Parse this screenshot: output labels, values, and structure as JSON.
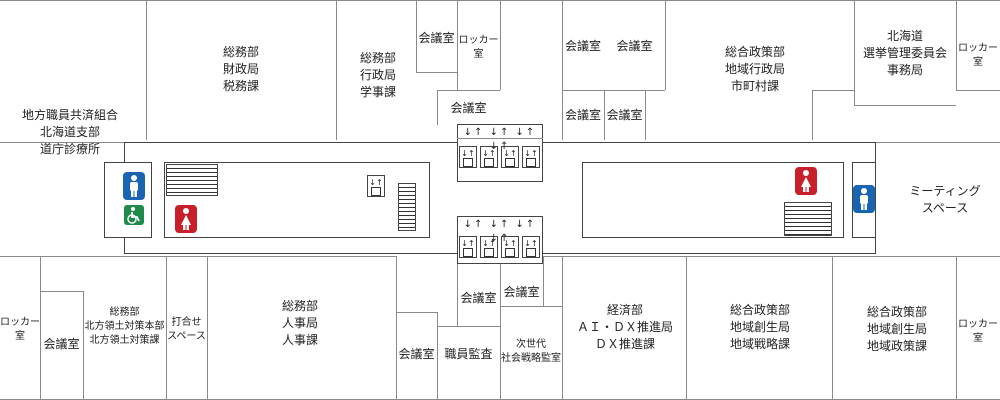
{
  "rooms": {
    "shokuin_kyosai": "地方職員共済組合\n北海道支部\n道庁診療所",
    "somu_zaisei": "総務部\n財政局\n税務課",
    "somu_gyosei": "総務部\n行政局\n学事課",
    "meeting_top1": "会議室",
    "locker_top1": "ロッカー室",
    "meeting_top2": "会議室",
    "meeting_top3": "会議室",
    "meeting_top4": "会議室",
    "meeting_top5": "会議室",
    "meeting_top6": "会議室",
    "sogo_chiiki_gyosei": "総合政策部\n地域行政局\n市町村課",
    "senkyo": "北海道\n選挙管理委員会\n事務局",
    "locker_top2": "ロッカー室",
    "meeting_space": "ミーティング\nスペース",
    "locker_bottom1": "ロッカー室",
    "meeting_bottom1": "会議室",
    "somu_hoppo": "総務部\n北方領土対策本部\n北方領土対策課",
    "uchiawase": "打合せ\nスペース",
    "somu_jinji": "総務部\n人事局\n人事課",
    "meeting_bottom2": "会議室",
    "shokuin_kansa": "職員監査",
    "meeting_bottom3": "会議室",
    "meeting_bottom4": "会議室",
    "jisedai": "次世代\n社会戦略監室",
    "keizai_dx": "経済部\nＡＩ・ＤＸ推進局\nＤＸ推進課",
    "sogo_chiiki_senryaku": "総合政策部\n地域創生局\n地域戦略課",
    "sogo_chiiki_seisaku": "総合政策部\n地域創生局\n地域政策課",
    "locker_bottom2": "ロッカー室"
  },
  "icons": {
    "toilet_male": "male-toilet-icon",
    "toilet_female": "female-toilet-icon",
    "toilet_accessible": "accessible-toilet-icon",
    "elevator": "elevator-icon",
    "stairs": "stairs-icon"
  },
  "colors": {
    "male": "#1a64b4",
    "female": "#c8202a",
    "accessible": "#1f8a4c"
  }
}
